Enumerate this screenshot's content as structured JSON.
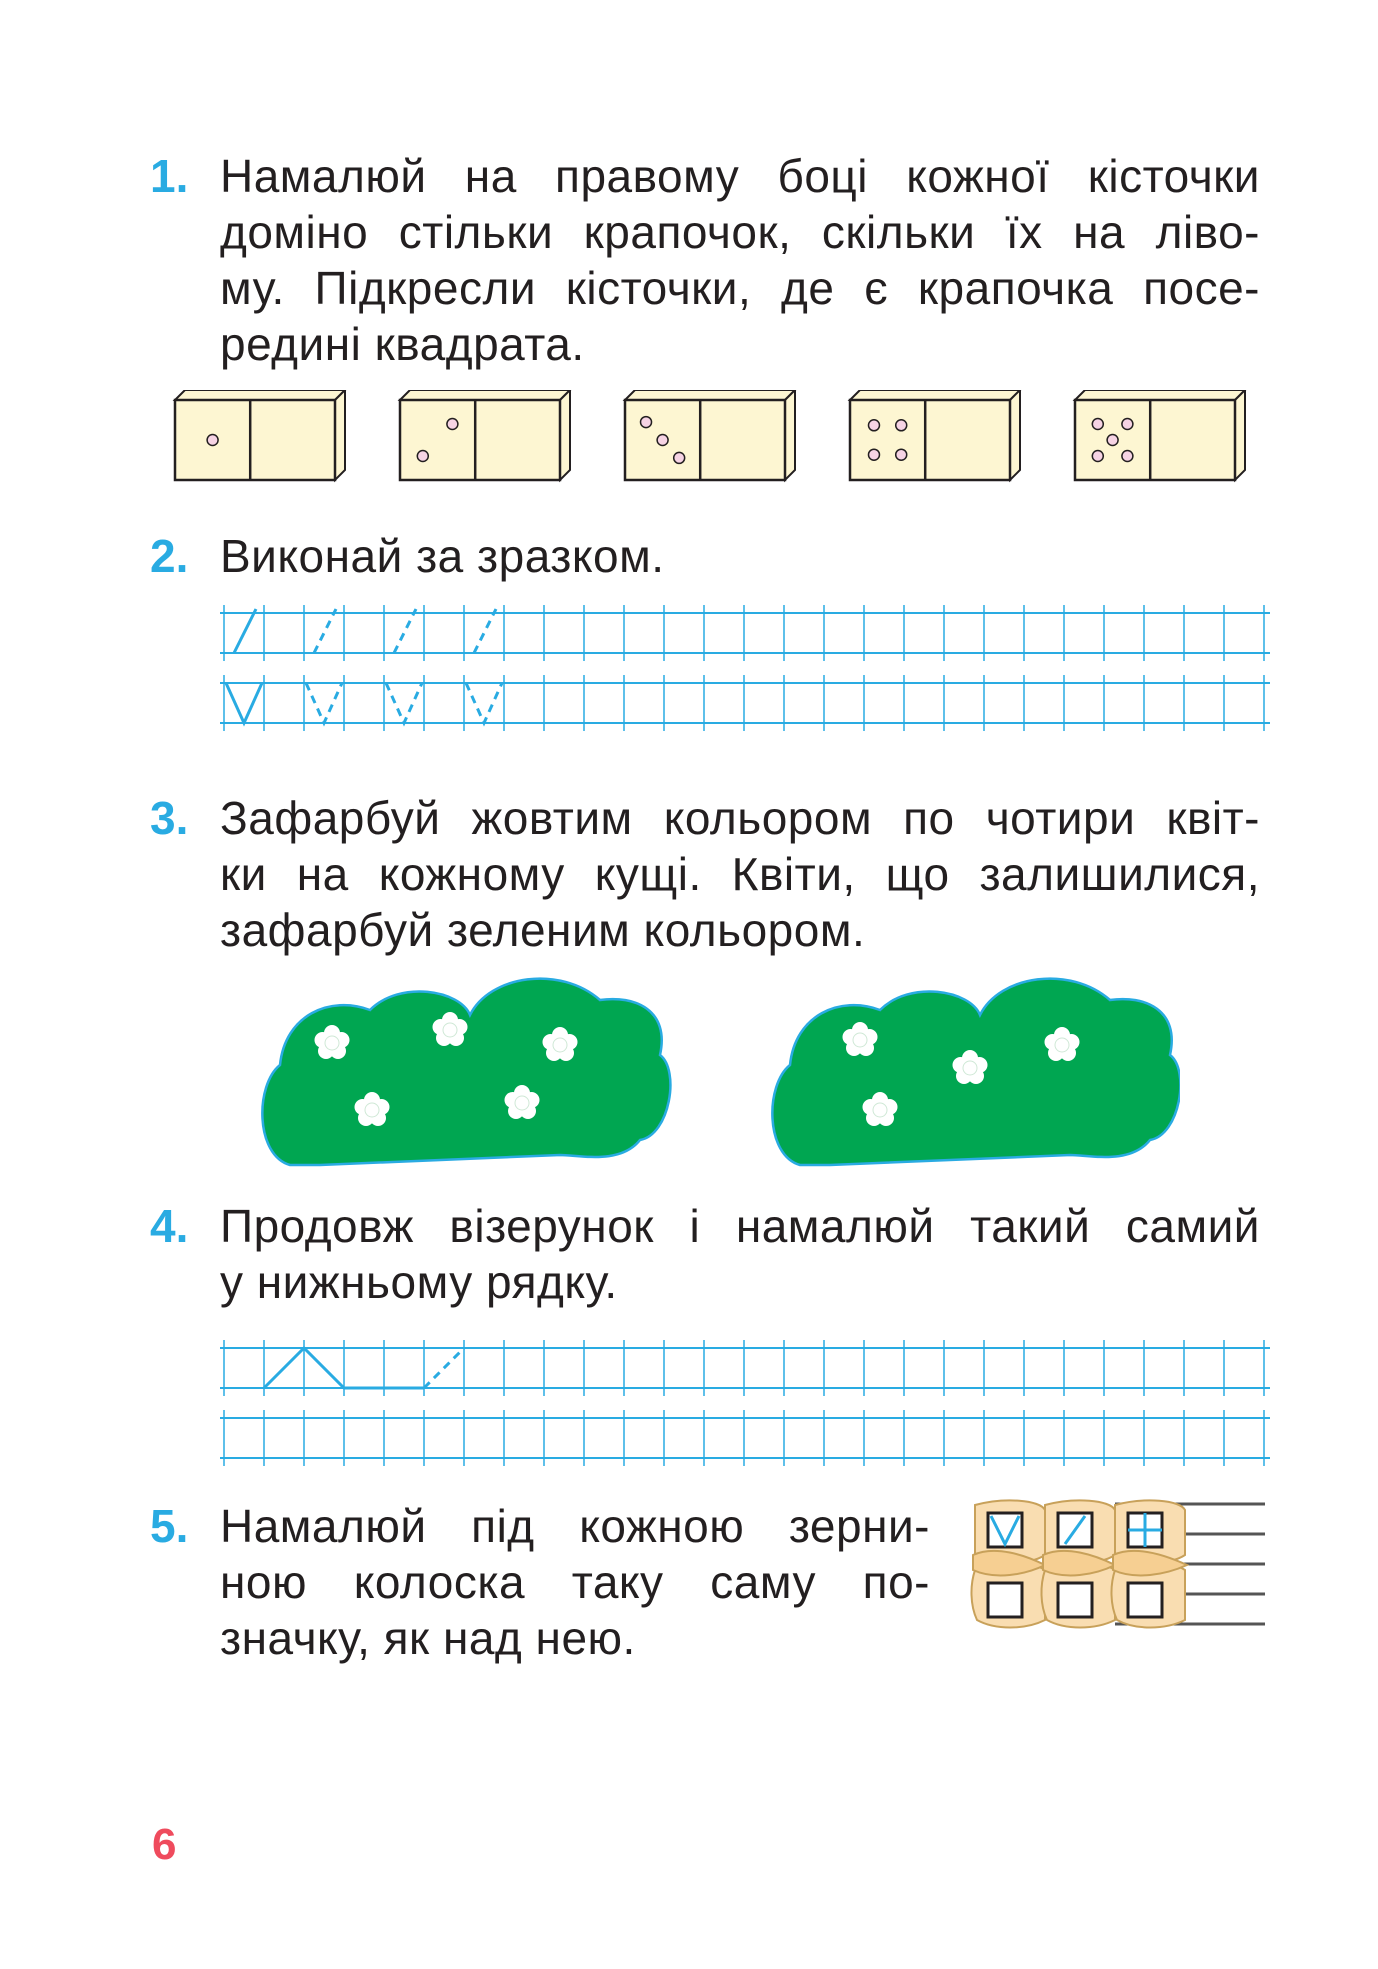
{
  "tasks": [
    {
      "number": "1.",
      "lines": [
        "Намалюй на правому боці кожної кісточки",
        "доміно стільки крапочок, скільки їх на ліво-",
        "му. Підкресли кісточки, де є крапочка посе-",
        "редині квадрата."
      ]
    },
    {
      "number": "2.",
      "lines": [
        "Виконай за зразком."
      ]
    },
    {
      "number": "3.",
      "lines": [
        "Зафарбуй жовтим кольором по чотири квіт-",
        "ки на кожному кущі. Квіти, що залишилися,",
        "зафарбуй зеленим кольором."
      ]
    },
    {
      "number": "4.",
      "lines": [
        "Продовж візерунок і намалюй такий самий",
        "у нижньому рядку."
      ]
    },
    {
      "number": "5.",
      "lines": [
        "Намалюй під кожною зерни-",
        "ною колоска таку саму по-",
        "значку, як над нею."
      ]
    }
  ],
  "dominoes": [
    1,
    2,
    3,
    4,
    5
  ],
  "bushes": [
    {
      "flowers": 5
    },
    {
      "flowers": 4
    }
  ],
  "page_number": "6",
  "colors": {
    "accent_blue": "#29abe2",
    "grid_blue": "#29abe2",
    "domino_fill": "#fdf6d2",
    "dot_fill": "#f6d3e4",
    "bush_green": "#00a651",
    "grain_fill": "#f9ddb1",
    "page_number_red": "#ef4b5d"
  }
}
